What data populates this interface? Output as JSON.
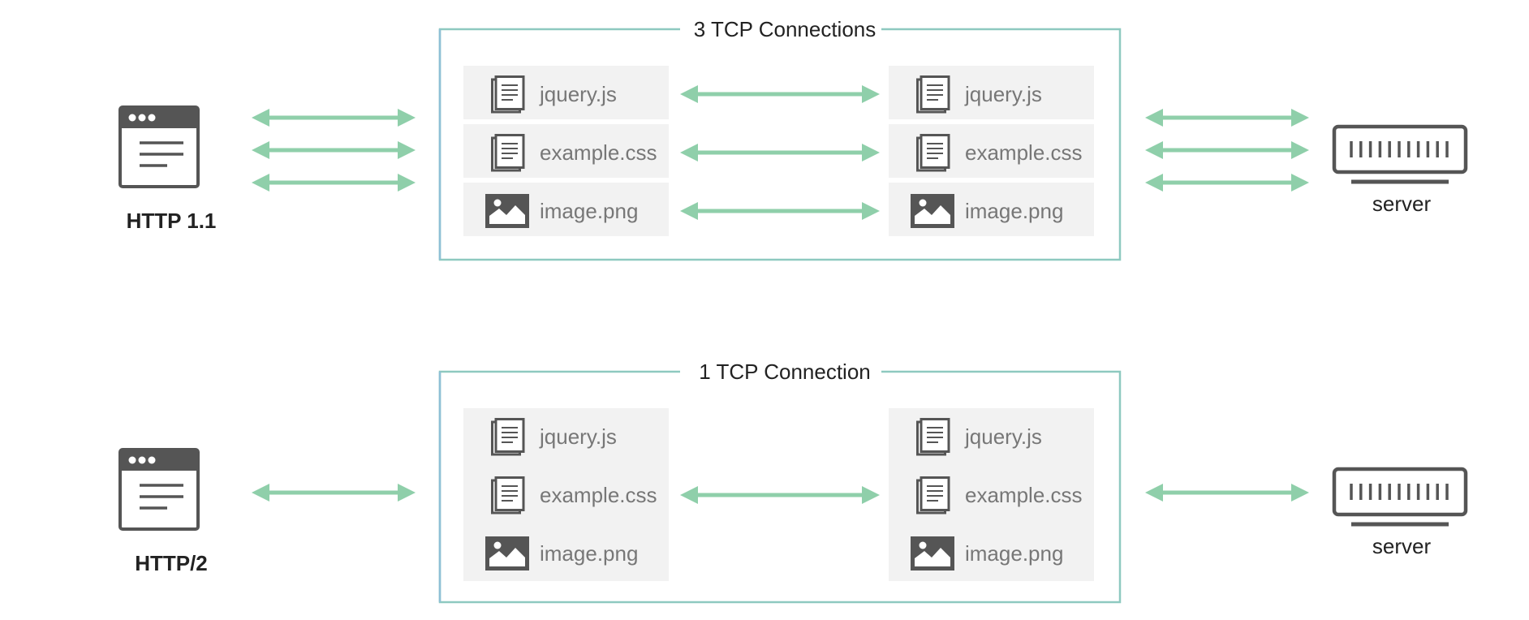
{
  "colors": {
    "box_border": "#8ec9c0",
    "box_border_left": "#8ec0d6",
    "file_panel": "#f2f2f2",
    "arrow": "#8fcfaa",
    "icon": "#555555",
    "label": "#222222",
    "file_text": "#777777"
  },
  "rows": [
    {
      "id": "http11",
      "client_label": "HTTP 1.1",
      "connection_title": "3 TCP Connections",
      "server_label": "server",
      "client_icon": "browser-window-icon",
      "server_icon": "server-icon",
      "client_side_arrows": 3,
      "middle_arrows": 3,
      "server_side_arrows": 3,
      "grouped_files": false,
      "left_files": [
        {
          "name": "jquery.js",
          "icon": "document-icon"
        },
        {
          "name": "example.css",
          "icon": "document-icon"
        },
        {
          "name": "image.png",
          "icon": "image-icon"
        }
      ],
      "right_files": [
        {
          "name": "jquery.js",
          "icon": "document-icon"
        },
        {
          "name": "example.css",
          "icon": "document-icon"
        },
        {
          "name": "image.png",
          "icon": "image-icon"
        }
      ]
    },
    {
      "id": "http2",
      "client_label": "HTTP/2",
      "connection_title": "1 TCP Connection",
      "server_label": "server",
      "client_icon": "browser-window-icon",
      "server_icon": "server-icon",
      "client_side_arrows": 1,
      "middle_arrows": 1,
      "server_side_arrows": 1,
      "grouped_files": true,
      "left_files": [
        {
          "name": "jquery.js",
          "icon": "document-icon"
        },
        {
          "name": "example.css",
          "icon": "document-icon"
        },
        {
          "name": "image.png",
          "icon": "image-icon"
        }
      ],
      "right_files": [
        {
          "name": "jquery.js",
          "icon": "document-icon"
        },
        {
          "name": "example.css",
          "icon": "document-icon"
        },
        {
          "name": "image.png",
          "icon": "image-icon"
        }
      ]
    }
  ]
}
